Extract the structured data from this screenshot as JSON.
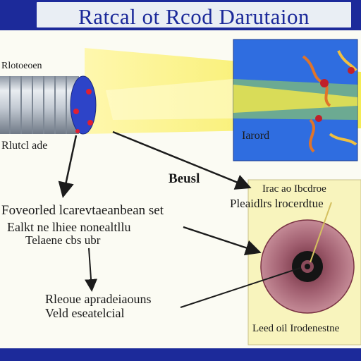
{
  "title": "Ratcal ot Rcod Darutaion",
  "labels": {
    "tube_top": "Rlotoeoen",
    "tube_bottom": "Rlutcl ade",
    "panel_label": "Iarord",
    "bend": "Beusl",
    "cell_label_top": "Irac ao Ibcdroe",
    "cell_label_sub": "Pleaidlrs lrocerdtue",
    "left_line1": "Foveorled lcarevtaeanbean set",
    "left_line2": "Ealkt ne lhiee nonealtllu",
    "left_line3": "Telaene cbs ubr",
    "lower_line1": "Rleoue apradeiaouns",
    "lower_line2": "Veld eseatelcial",
    "cell_caption": "Leed oil Irodenestne"
  },
  "colors": {
    "header": "#1c2a9a",
    "beam": "#fff27a",
    "cylinder": "#c9d0d8",
    "panel": "#2f6de0",
    "cell_outer": "#a75f6f",
    "cell_inner": "#141414"
  },
  "icons": [
    "cylinder-emitter-icon",
    "radiation-beam-icon",
    "blood-cell-icon"
  ]
}
